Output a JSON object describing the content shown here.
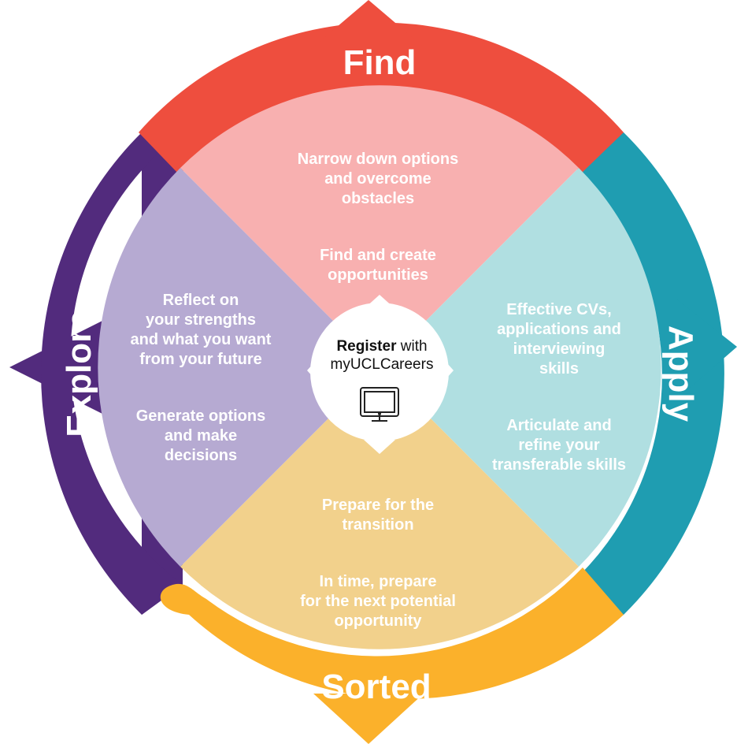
{
  "diagram": {
    "stages": {
      "find": {
        "label": "Find",
        "color": "#ee4e3e",
        "fill": "#f8b0b0",
        "points": [
          "Narrow down options\nand overcome\nobstacles",
          "Find and create\nopportunities"
        ]
      },
      "apply": {
        "label": "Apply",
        "color": "#1f9db1",
        "fill": "#b0dfe1",
        "points": [
          "Effective CVs,\napplications and\ninterviewing\nskills",
          "Articulate and\nrefine your\ntransferable skills"
        ]
      },
      "sorted": {
        "label": "Sorted",
        "color": "#fbb12b",
        "fill": "#f2d18c",
        "points": [
          "Prepare for the\ntransition",
          "In time, prepare\nfor the next potential\nopportunity"
        ]
      },
      "explore": {
        "label": "Explore",
        "color": "#522b7d",
        "fill": "#b6aad2",
        "points": [
          "Reflect on\nyour strengths\nand what you want\nfrom your future",
          "Generate options\nand make\ndecisions"
        ]
      }
    },
    "center": {
      "bold": "Register",
      "rest": " with",
      "line2": "myUCLCareers",
      "icon": "computer-monitor-icon"
    }
  }
}
